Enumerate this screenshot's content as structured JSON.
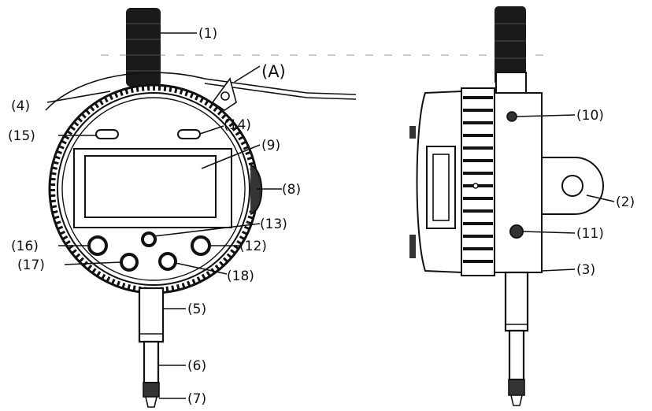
{
  "labels": {
    "l1": "(1)",
    "l2": "(2)",
    "l3": "(3)",
    "l4": "(4)",
    "l5": "(5)",
    "l6": "(6)",
    "l7": "(7)",
    "l8": "(8)",
    "l9": "(9)",
    "l10": "(10)",
    "l11": "(11)",
    "l12": "(12)",
    "l13": "(13)",
    "l14": "(14)",
    "l15": "(15)",
    "l16": "(16)",
    "l17": "(17)",
    "l18": "(18)",
    "lA": "(A)"
  },
  "colors": {
    "ink": "#111111",
    "background": "#ffffff"
  }
}
